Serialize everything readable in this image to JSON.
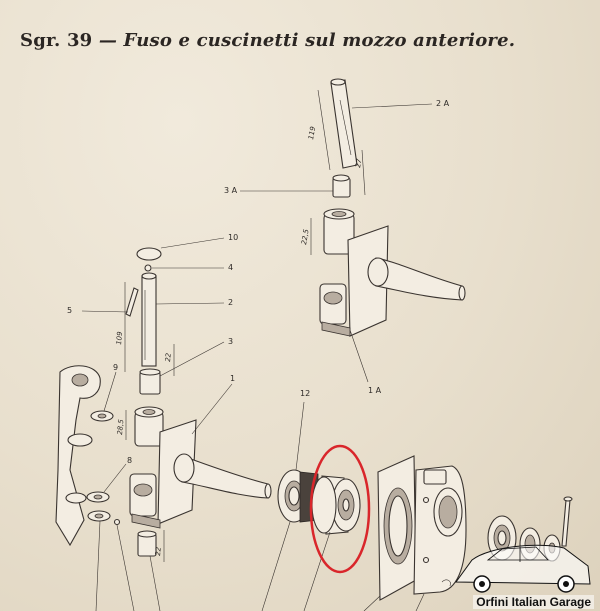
{
  "title": {
    "prefix": "Sgr. 39",
    "dash": "—",
    "text": "Fuso e cuscinetti sul mozzo anteriore."
  },
  "labels": {
    "l2a": "2 A",
    "l3a": "3 A",
    "l10": "10",
    "l4": "4",
    "l5": "5",
    "l2": "2",
    "l3": "3",
    "l9": "9",
    "l1": "1",
    "l12": "12",
    "l1a": "1 A",
    "l8": "8"
  },
  "dimensions": {
    "d119_top": "119",
    "d27": "27",
    "d225_top": "22,5",
    "d109": "109",
    "d22_mid": "22",
    "d285": "28,5",
    "d22_bottom": "22"
  },
  "highlight": {
    "color": "#d9262b"
  },
  "watermark": {
    "text": "Orfini Italian Garage"
  }
}
